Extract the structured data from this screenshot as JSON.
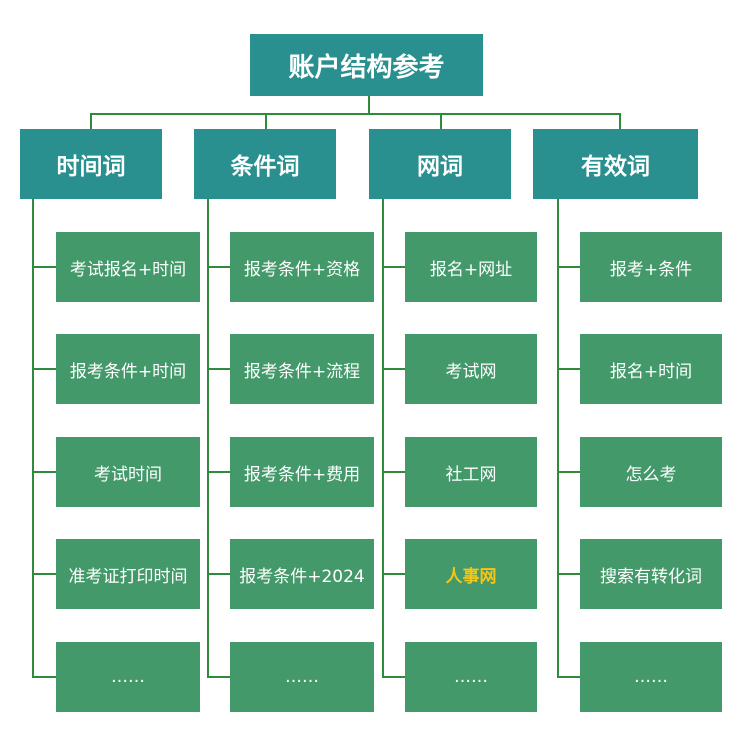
{
  "root": {
    "title": "账户结构参考"
  },
  "categories": [
    {
      "title": "时间词",
      "items": [
        "考试报名+时间",
        "报考条件+时间",
        "考试时间",
        "准考证打印时间",
        "……"
      ]
    },
    {
      "title": "条件词",
      "items": [
        "报考条件+资格",
        "报考条件+流程",
        "报考条件+费用",
        "报考条件+2024",
        "……"
      ]
    },
    {
      "title": "网词",
      "items": [
        "报名+网址",
        "考试网",
        "社工网",
        "人事网",
        "……"
      ]
    },
    {
      "title": "有效词",
      "items": [
        "报考+条件",
        "报名+时间",
        "怎么考",
        "搜索有转化词",
        "……"
      ]
    }
  ],
  "highlight": {
    "text": "人事网",
    "color": "#f5c518"
  },
  "colors": {
    "header": "#2a8f8f",
    "leaf": "#43996a",
    "connector": "#2e8b3a"
  }
}
